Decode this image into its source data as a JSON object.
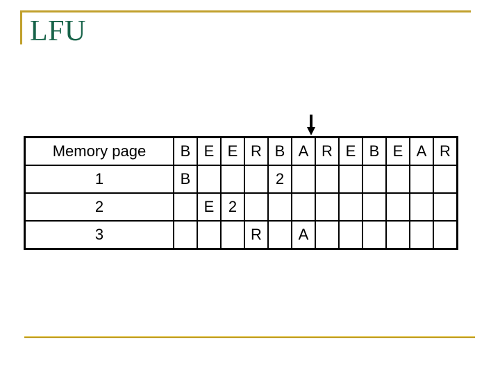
{
  "title": "LFU",
  "colors": {
    "accent_gold": "#C1A02C",
    "accent_gold_light": "#E8D06B",
    "title_green": "#176349",
    "reference_purple": "#BE7ADE",
    "count_red": "#BB2424",
    "table_border": "#000000"
  },
  "arrow": {
    "icon": "down-arrow-icon",
    "points_to_column": 6
  },
  "table": {
    "corner_label": "Memory page",
    "reference_string": [
      "B",
      "E",
      "E",
      "R",
      "B",
      "A",
      "R",
      "E",
      "B",
      "E",
      "A",
      "R"
    ],
    "rows": [
      {
        "label": "1",
        "cells": [
          {
            "col": 1,
            "text": "B",
            "color": "purple"
          },
          {
            "col": 5,
            "text": "2",
            "color": "red"
          }
        ]
      },
      {
        "label": "2",
        "cells": [
          {
            "col": 2,
            "text": "E",
            "color": "purple"
          },
          {
            "col": 3,
            "text": "2",
            "color": "red"
          }
        ]
      },
      {
        "label": "3",
        "cells": [
          {
            "col": 4,
            "text": "R",
            "color": "purple"
          },
          {
            "col": 6,
            "text": "A",
            "color": "purple"
          }
        ]
      }
    ]
  }
}
